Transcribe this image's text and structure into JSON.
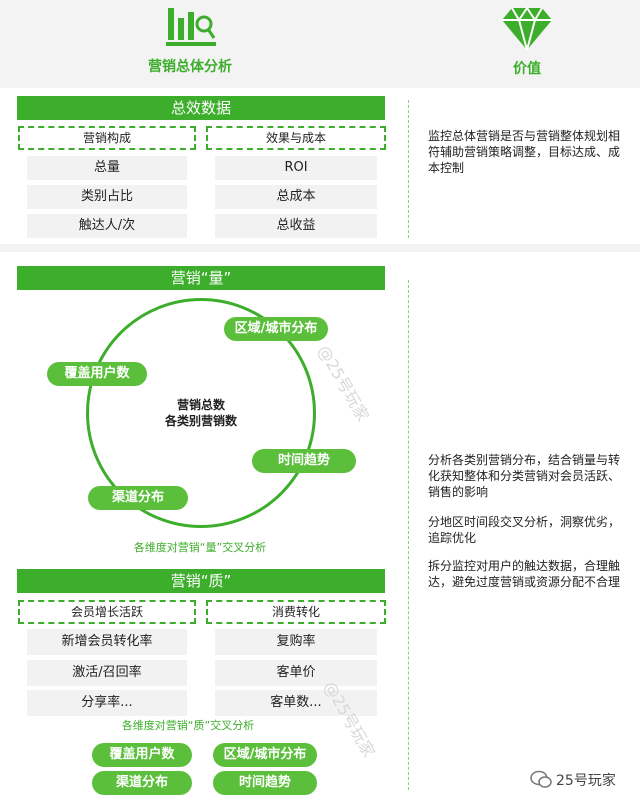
{
  "header": {
    "left_title": "营销总体分析",
    "right_title": "价值",
    "left_icon": "bar-chart-search-icon",
    "right_icon": "diamond-icon"
  },
  "total": {
    "title": "总效数据",
    "col_left": "营销构成",
    "col_right": "效果与成本",
    "left_items": [
      "总量",
      "类别占比",
      "触达人/次"
    ],
    "right_items": [
      "ROI",
      "总成本",
      "总收益"
    ],
    "description": "监控总体营销是否与营销整体规划相符辅助营销策略调整，目标达成、成本控制"
  },
  "quantity": {
    "title": "营销“量”",
    "center_line1": "营销总数",
    "center_line2": "各类别营销数",
    "pills": [
      "区域/城市分布",
      "覆盖用户数",
      "时间趋势",
      "渠道分布"
    ],
    "caption": "各维度对营销“量”交叉分析"
  },
  "quality": {
    "title": "营销“质”",
    "col_left": "会员增长活跃",
    "col_right": "消费转化",
    "left_items": [
      "新增会员转化率",
      "激活/召回率",
      "分享率..."
    ],
    "right_items": [
      "复购率",
      "客单价",
      "客单数..."
    ],
    "caption": "各维度对营销“质”交叉分析",
    "pills": [
      "覆盖用户数",
      "区域/城市分布",
      "渠道分布",
      "时间趋势"
    ]
  },
  "descriptions": {
    "d1": "分析各类别营销分布，结合销量与转化获知整体和分类营销对会员活跃、销售的影响",
    "d2": "分地区时间段交叉分析，洞察优劣，追踪优化",
    "d3": "拆分监控对用户的触达数据，合理触达，避免过度营销或资源分配不合理"
  },
  "watermark": "@25号玩家",
  "footer": "25号玩家",
  "colors": {
    "accent": "#3dae2b",
    "pill": "#5bbf3c"
  }
}
